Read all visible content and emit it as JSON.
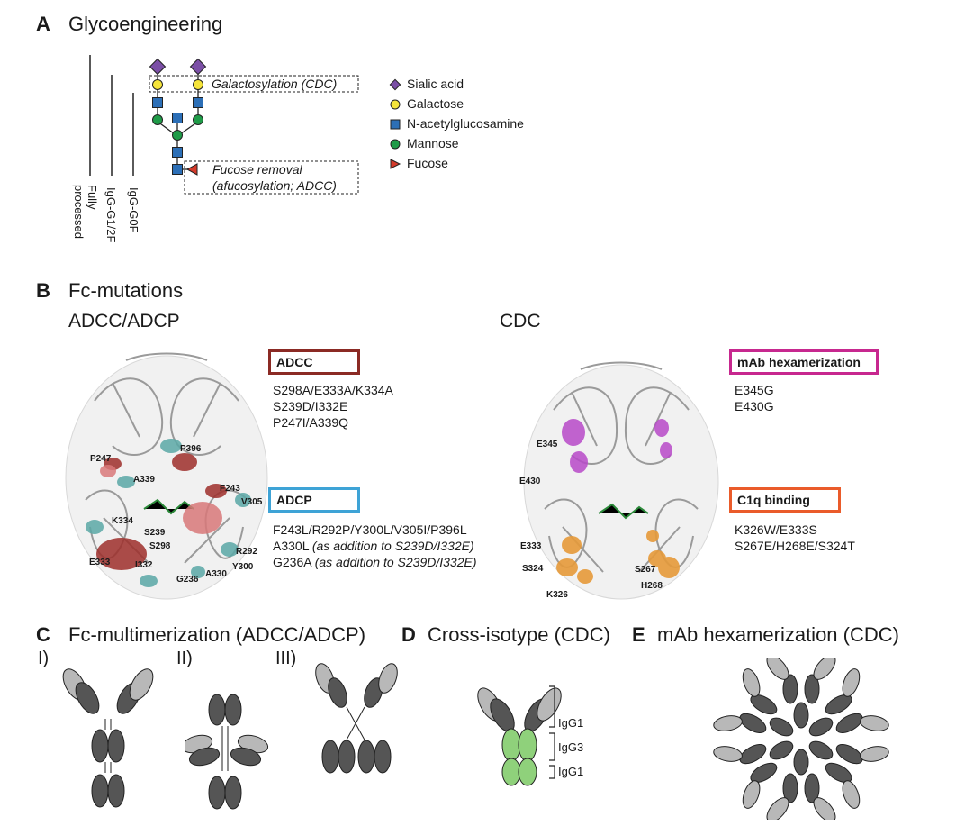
{
  "panel_a": {
    "letter": "A",
    "title": "Glycoengineering",
    "lanes": [
      "Fully processed",
      "IgG-G1/2F",
      "IgG-G0F"
    ],
    "lane_line1": "Fully",
    "lane_line2": "processed",
    "annotation_galactosylation": "Galactosylation (CDC)",
    "annotation_fucose_line1": "Fucose removal",
    "annotation_fucose_line2": "(afucosylation; ADCC)",
    "legend": [
      {
        "label": "Sialic acid",
        "icon": "diamond-icon",
        "color": "#7b4fa6"
      },
      {
        "label": "Galactose",
        "icon": "circle-icon",
        "color": "#f5e43a"
      },
      {
        "label": "N-acetylglucosamine",
        "icon": "square-icon",
        "color": "#2c6fb7"
      },
      {
        "label": "Mannose",
        "icon": "circle-icon",
        "color": "#1f9b48"
      },
      {
        "label": "Fucose",
        "icon": "triangle-icon",
        "color": "#d43a2a"
      }
    ]
  },
  "panel_b": {
    "letter": "B",
    "title": "Fc-mutations",
    "left_subtitle": "ADCC/ADCP",
    "right_subtitle": "CDC",
    "adcc_box": "ADCC",
    "adcc_mutations": [
      "S298A/E333A/K334A",
      "S239D/I332E",
      "P247I/A339Q"
    ],
    "adcp_box": "ADCP",
    "adcp_mut1": "F243L/R292P/Y300L/V305I/P396L",
    "adcp_mut2_main": "A330L ",
    "adcp_mut2_note": "(as addition to S239D/I332E)",
    "adcp_mut3_main": "G236A ",
    "adcp_mut3_note": "(as addition to S239D/I332E)",
    "hexa_box": "mAb hexamerization",
    "hexa_mutations": [
      "E345G",
      "E430G"
    ],
    "c1q_box": "C1q binding",
    "c1q_mutations": [
      "K326W/E333S",
      "S267E/H268E/S324T"
    ],
    "left_residues": [
      "P247",
      "A339",
      "P396",
      "F243",
      "V305",
      "K334",
      "S239",
      "S298",
      "R292",
      "E333",
      "I332",
      "Y300",
      "A330",
      "G236"
    ],
    "right_residues": [
      "E345",
      "E430",
      "E333",
      "S324",
      "K326",
      "S267",
      "H268"
    ],
    "colors": {
      "adcc": "#8b2a24",
      "adcp": "#3ea3d6",
      "hexa": "#c7288f",
      "c1q": "#ea5b2a"
    }
  },
  "panel_c": {
    "letter": "C",
    "title": "Fc-multimerization (ADCC/ADCP)",
    "formats": [
      "I)",
      "II)",
      "III)"
    ]
  },
  "panel_d": {
    "letter": "D",
    "title": "Cross-isotype (CDC)",
    "segments": [
      "IgG1",
      "IgG3",
      "IgG1"
    ]
  },
  "panel_e": {
    "letter": "E",
    "title": "mAb hexamerization (CDC)"
  }
}
